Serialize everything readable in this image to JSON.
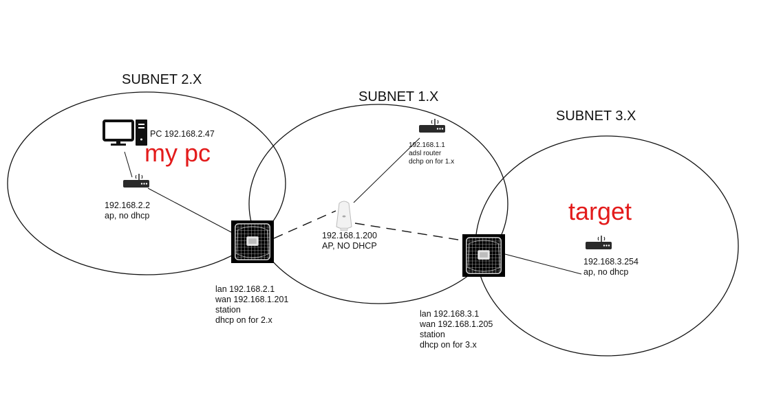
{
  "colors": {
    "ink": "#111111",
    "highlight": "#e31b1b",
    "device_body": "#2a2a2a",
    "dish_background": "#000000",
    "dish_grid": "#d8d8d8",
    "ap_body": "#f2f2f2"
  },
  "subnets": {
    "subnet2": {
      "title": "SUBNET 2.X"
    },
    "subnet1": {
      "title": "SUBNET 1.X"
    },
    "subnet3": {
      "title": "SUBNET 3.X"
    }
  },
  "pc": {
    "icon": "desktop-pc-icon",
    "label": "PC 192.168.2.47",
    "callout": "my pc"
  },
  "ap_subnet2": {
    "icon": "router-icon",
    "lines": [
      "192.168.2.2",
      "ap, no dhcp"
    ]
  },
  "station_subnet2": {
    "icon": "grid-antenna-icon",
    "lines": [
      "lan 192.168.2.1",
      "wan 192.168.1.201",
      "station",
      "dhcp on for 2.x"
    ]
  },
  "router_subnet1": {
    "icon": "router-icon",
    "lines": [
      "192.168.1.1",
      "adsl router",
      "dchp on for 1.x"
    ]
  },
  "ap_subnet1": {
    "icon": "access-point-icon",
    "lines": [
      "192.168.1.200",
      "AP, NO DHCP"
    ]
  },
  "station_subnet3": {
    "icon": "grid-antenna-icon",
    "lines": [
      "lan 192.168.3.1",
      "wan 192.168.1.205",
      "station",
      "dhcp on for 3.x"
    ]
  },
  "target": {
    "callout": "target",
    "icon": "router-icon",
    "lines": [
      "192.168.3.254",
      "ap, no dhcp"
    ]
  }
}
